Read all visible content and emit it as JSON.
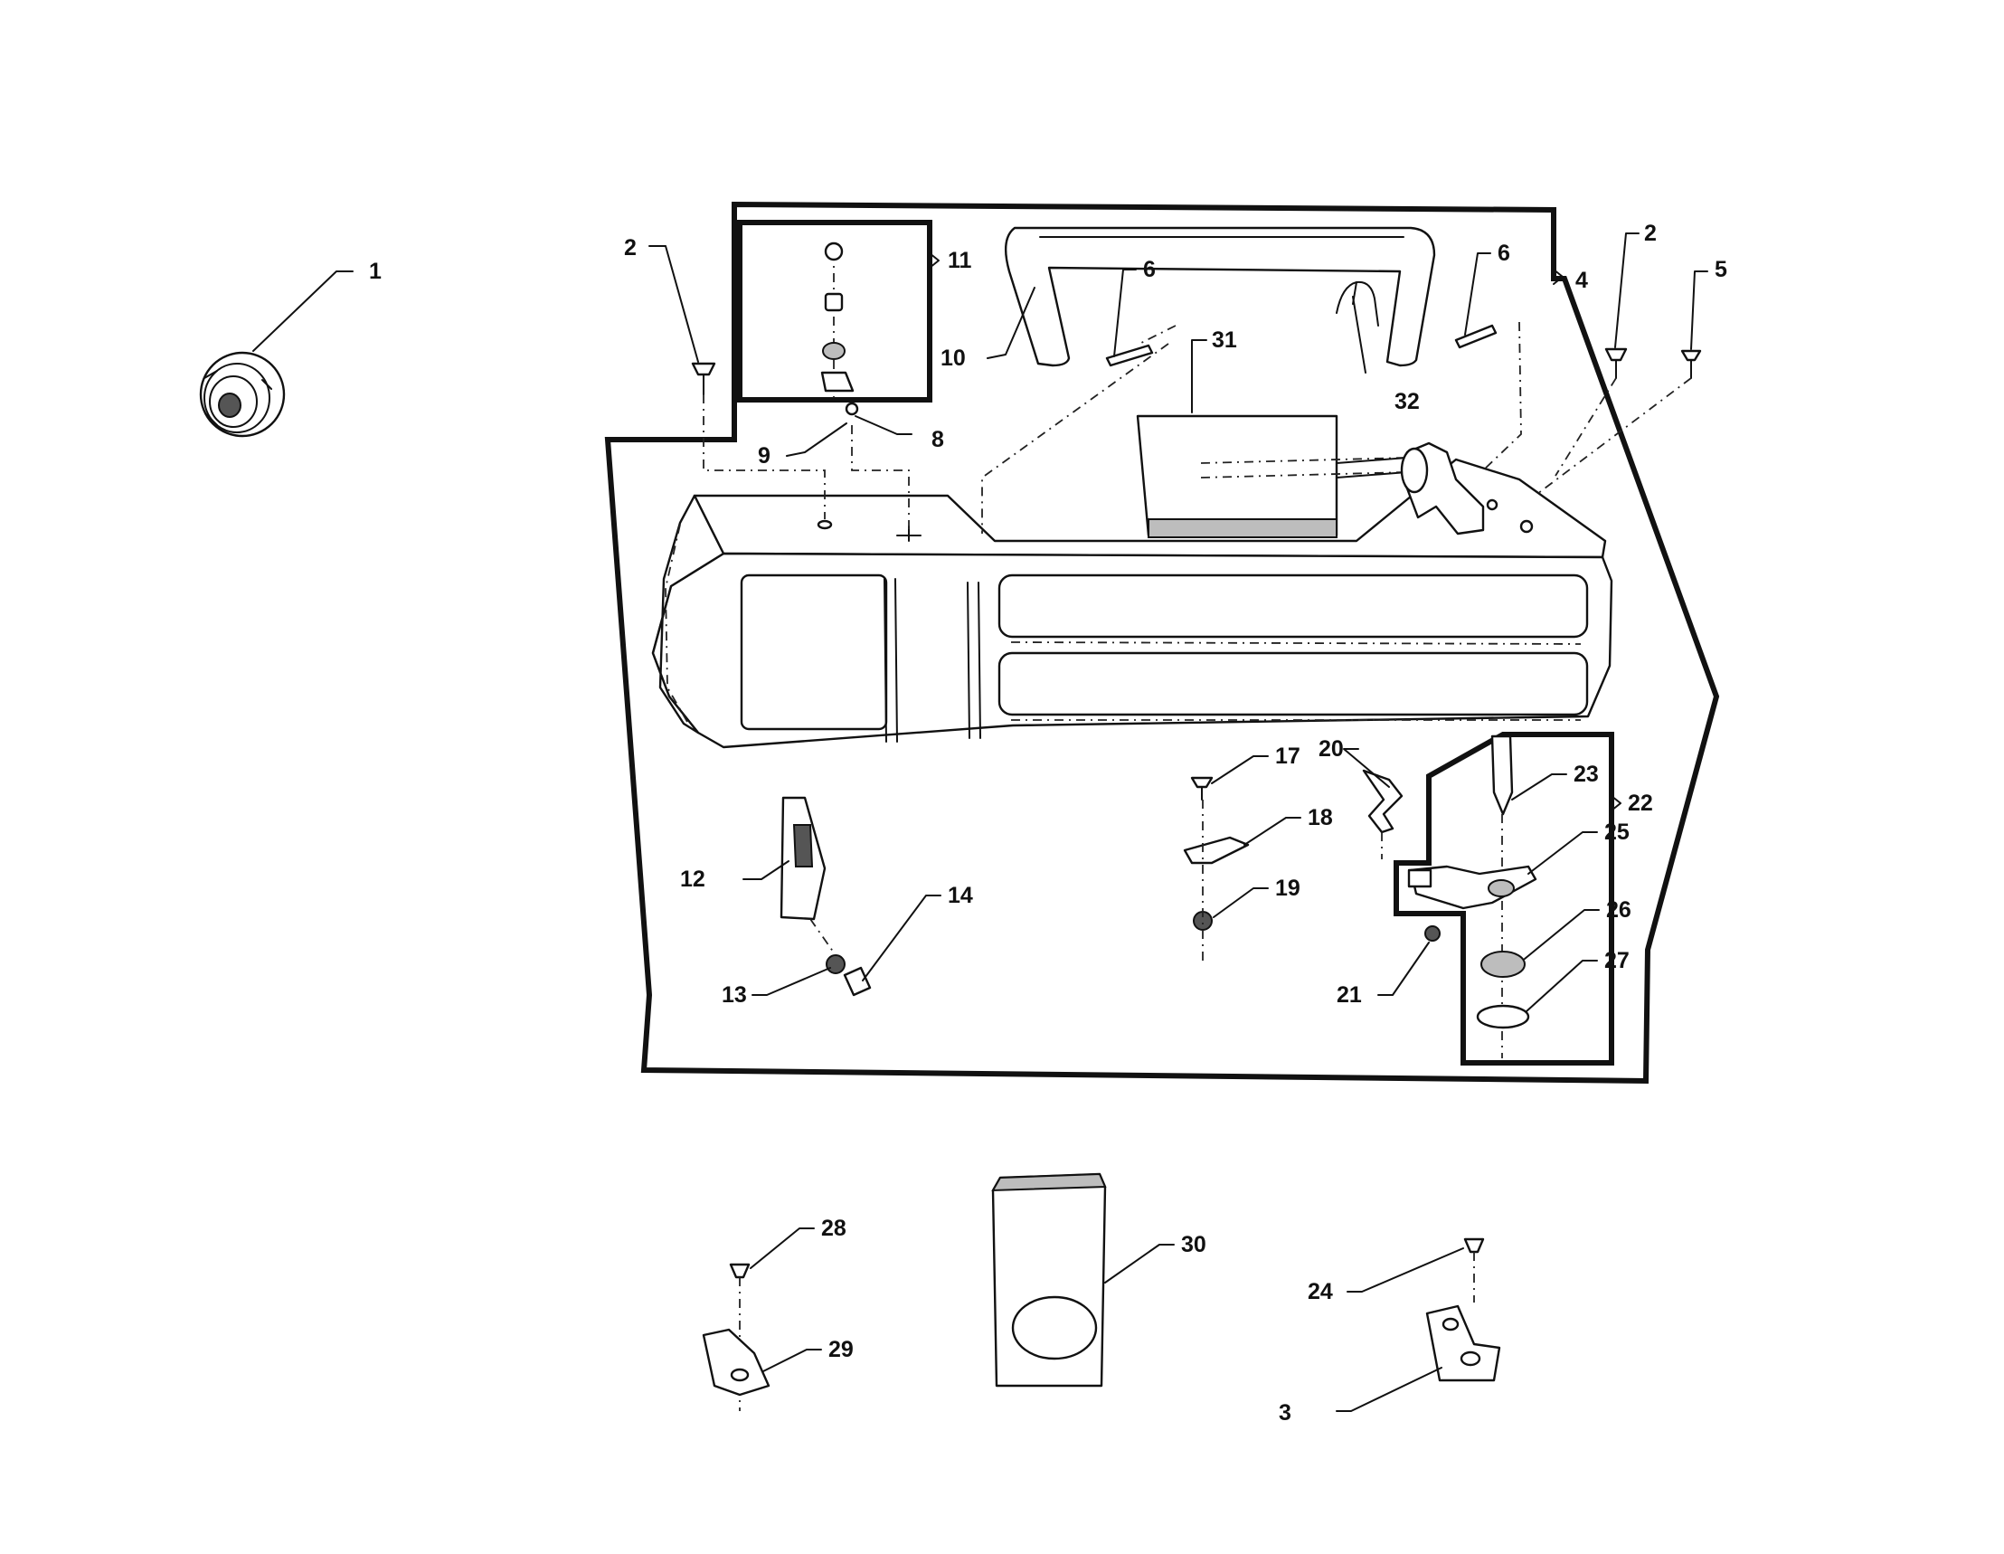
{
  "figure": {
    "callouts": [
      {
        "id": "c1",
        "text": "1"
      },
      {
        "id": "c2a",
        "text": "2"
      },
      {
        "id": "c2b",
        "text": "2"
      },
      {
        "id": "c3",
        "text": "3"
      },
      {
        "id": "c4",
        "text": "4"
      },
      {
        "id": "c5",
        "text": "5"
      },
      {
        "id": "c6a",
        "text": "6"
      },
      {
        "id": "c6b",
        "text": "6"
      },
      {
        "id": "c8",
        "text": "8"
      },
      {
        "id": "c9",
        "text": "9"
      },
      {
        "id": "c10",
        "text": "10"
      },
      {
        "id": "c11",
        "text": "11"
      },
      {
        "id": "c12",
        "text": "12"
      },
      {
        "id": "c13",
        "text": "13"
      },
      {
        "id": "c14",
        "text": "14"
      },
      {
        "id": "c17",
        "text": "17"
      },
      {
        "id": "c18",
        "text": "18"
      },
      {
        "id": "c19",
        "text": "19"
      },
      {
        "id": "c20",
        "text": "20"
      },
      {
        "id": "c21",
        "text": "21"
      },
      {
        "id": "c22",
        "text": "22"
      },
      {
        "id": "c23",
        "text": "23"
      },
      {
        "id": "c24",
        "text": "24"
      },
      {
        "id": "c25",
        "text": "25"
      },
      {
        "id": "c26",
        "text": "26"
      },
      {
        "id": "c27",
        "text": "27"
      },
      {
        "id": "c28",
        "text": "28"
      },
      {
        "id": "c29",
        "text": "29"
      },
      {
        "id": "c30",
        "text": "30"
      },
      {
        "id": "c31",
        "text": "31"
      },
      {
        "id": "c32",
        "text": "32"
      }
    ]
  }
}
